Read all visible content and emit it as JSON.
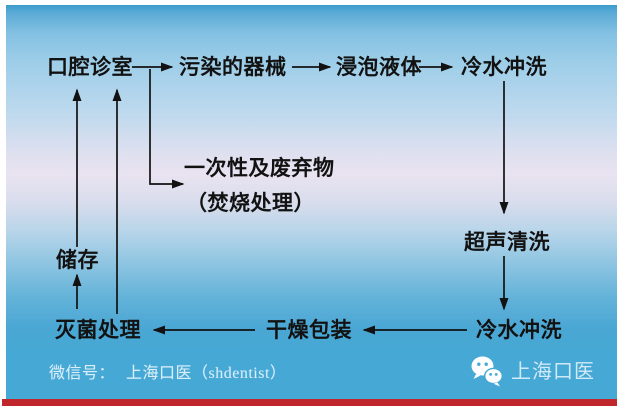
{
  "diagram": {
    "title_semantic": "dental-instrument-sterilization-flowchart",
    "nodes": {
      "clinic": "口腔诊室",
      "contaminated": "污染的器械",
      "soak": "浸泡液体",
      "cold_rinse_1": "冷水冲洗",
      "disposable": "一次性及废弃物",
      "incineration": "（焚烧处理）",
      "ultrasonic": "超声清洗",
      "cold_rinse_2": "冷水冲洗",
      "dry_pack": "干燥包装",
      "sterilize": "灭菌处理",
      "storage": "储存"
    },
    "edges": [
      {
        "from": "clinic",
        "to": "contaminated"
      },
      {
        "from": "contaminated",
        "to": "soak"
      },
      {
        "from": "soak",
        "to": "cold_rinse_1"
      },
      {
        "from": "contaminated",
        "to": "disposable",
        "note": "branch to incineration"
      },
      {
        "from": "cold_rinse_1",
        "to": "ultrasonic"
      },
      {
        "from": "ultrasonic",
        "to": "cold_rinse_2"
      },
      {
        "from": "cold_rinse_2",
        "to": "dry_pack"
      },
      {
        "from": "dry_pack",
        "to": "sterilize"
      },
      {
        "from": "sterilize",
        "to": "storage"
      },
      {
        "from": "storage",
        "to": "clinic"
      },
      {
        "from": "sterilize",
        "to": "clinic"
      }
    ]
  },
  "footer": {
    "wechat_label": "微信号：",
    "account_name": "上海口医（shdentist）",
    "brand_name": "上海口医",
    "icon": "wechat-logo"
  },
  "colors": {
    "background_top": "#3d9bcc",
    "background_pale_band": "#e9e3f1",
    "background_bottom": "#45a8d5",
    "arrow": "#121212",
    "node_text": "#121212",
    "footer_text": "#d9eef9",
    "red_divider": "#c0272d",
    "frame": "#ffffff"
  }
}
